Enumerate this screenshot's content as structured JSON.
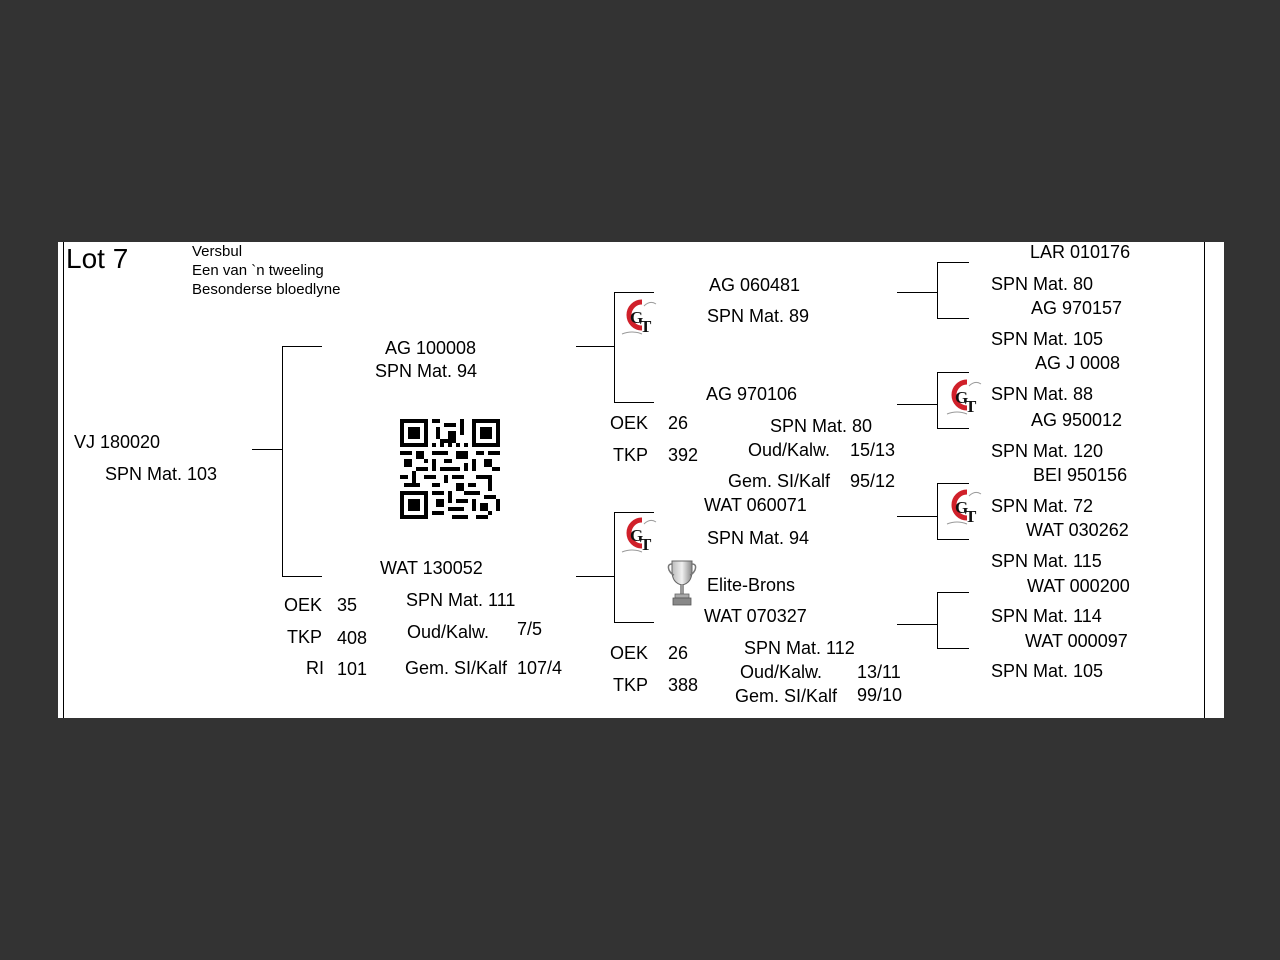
{
  "lot": "Lot 7",
  "notes": [
    "Versbul",
    "Een van `n tweeling",
    "Besonderse bloedlyne"
  ],
  "animal": {
    "id": "VJ  180020",
    "spn": "SPN Mat. 103"
  },
  "sire": {
    "id": "AG  100008",
    "spn": "SPN Mat. 94",
    "sire": {
      "id": "AG  060481",
      "spn": "SPN Mat. 89",
      "sire": {
        "id": "LAR 010176",
        "spn": "SPN Mat. 80"
      },
      "dam": {
        "id": "AG  970157",
        "spn": "SPN Mat. 105"
      }
    },
    "dam": {
      "id": "AG  970106",
      "spn": "SPN Mat. 80",
      "oek_label": "OEK",
      "oek": "26",
      "tkp_label": "TKP",
      "tkp": "392",
      "oud_label": "Oud/Kalw.",
      "oud": "15/13",
      "gem_label": "Gem. SI/Kalf",
      "gem": "95/12",
      "sire": {
        "id": "AG  J 0008",
        "spn": "SPN Mat. 88"
      },
      "dam": {
        "id": "AG  950012",
        "spn": "SPN Mat. 120"
      }
    }
  },
  "dam": {
    "id": "WAT 130052",
    "spn": "SPN Mat. 111",
    "oek_label": "OEK",
    "oek": "35",
    "tkp_label": "TKP",
    "tkp": "408",
    "ri_label": "RI",
    "ri": "101",
    "oud_label": "Oud/Kalw.",
    "oud": "7/5",
    "gem_label": "Gem. SI/Kalf",
    "gem": "107/4",
    "sire": {
      "id": "WAT 060071",
      "spn": "SPN Mat. 94",
      "award": "Elite-Brons",
      "sire": {
        "id": "BEI 950156",
        "spn": "SPN Mat. 72"
      },
      "dam": {
        "id": "WAT 030262",
        "spn": "SPN Mat. 115"
      }
    },
    "dam": {
      "id": "WAT 070327",
      "spn": "SPN Mat. 112",
      "oek_label": "OEK",
      "oek": "26",
      "tkp_label": "TKP",
      "tkp": "388",
      "oud_label": "Oud/Kalw.",
      "oud": "13/11",
      "gem_label": "Gem. SI/Kalf",
      "gem": "99/10",
      "sire": {
        "id": "WAT 000200",
        "spn": "SPN Mat. 114"
      },
      "dam": {
        "id": "WAT 000097",
        "spn": "SPN Mat. 105"
      }
    }
  },
  "colors": {
    "logo_red": "#d0202a",
    "logo_black": "#111111"
  },
  "icons": {
    "logo": "gt-logo-icon",
    "trophy": "trophy-icon",
    "qr": "qr-code"
  }
}
